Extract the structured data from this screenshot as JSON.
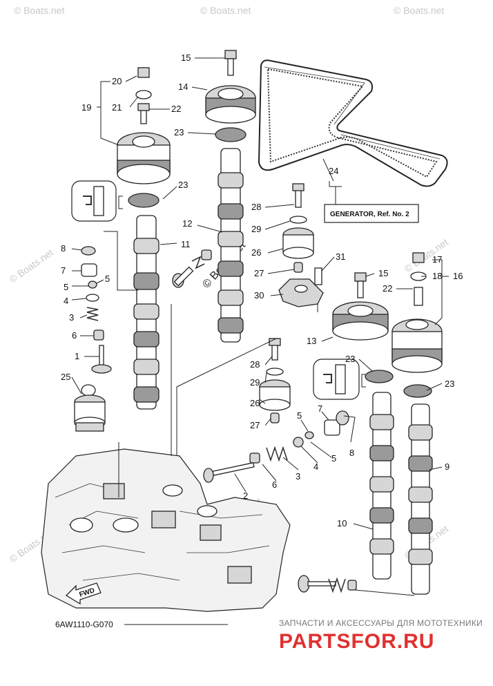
{
  "diagram": {
    "callouts": {
      "c1": "1",
      "c2": "2",
      "c3a": "3",
      "c3b": "3",
      "c4a": "4",
      "c4b": "4",
      "c5a": "5",
      "c5b": "5",
      "c5c": "5",
      "c5d": "5",
      "c6a": "6",
      "c6b": "6",
      "c7a": "7",
      "c7b": "7",
      "c8a": "8",
      "c8b": "8",
      "c9": "9",
      "c10": "10",
      "c11": "11",
      "c12": "12",
      "c13": "13",
      "c14": "14",
      "c15a": "15",
      "c15b": "15",
      "c16": "16",
      "c17": "17",
      "c18": "18",
      "c19": "19",
      "c20": "20",
      "c21": "21",
      "c22a": "22",
      "c22b": "22",
      "c23a": "23",
      "c23b": "23",
      "c23c": "23",
      "c23d": "23",
      "c24": "24",
      "c25": "25",
      "c26a": "26",
      "c26b": "26",
      "c27a": "27",
      "c27b": "27",
      "c28a": "28",
      "c28b": "28",
      "c29a": "29",
      "c29b": "29",
      "c30": "30",
      "c31": "31"
    },
    "reference_box": "GENERATOR,  Ref. No. 2",
    "fwd_label": "FWD",
    "drawing_code": "6AW1110-G070",
    "watermark": "© Boats.net",
    "brand_tagline": "ЗАПЧАСТИ И АКСЕССУАРЫ ДЛЯ МОТОТЕХНИКИ",
    "brand_name": "PARTSFOR.RU"
  }
}
